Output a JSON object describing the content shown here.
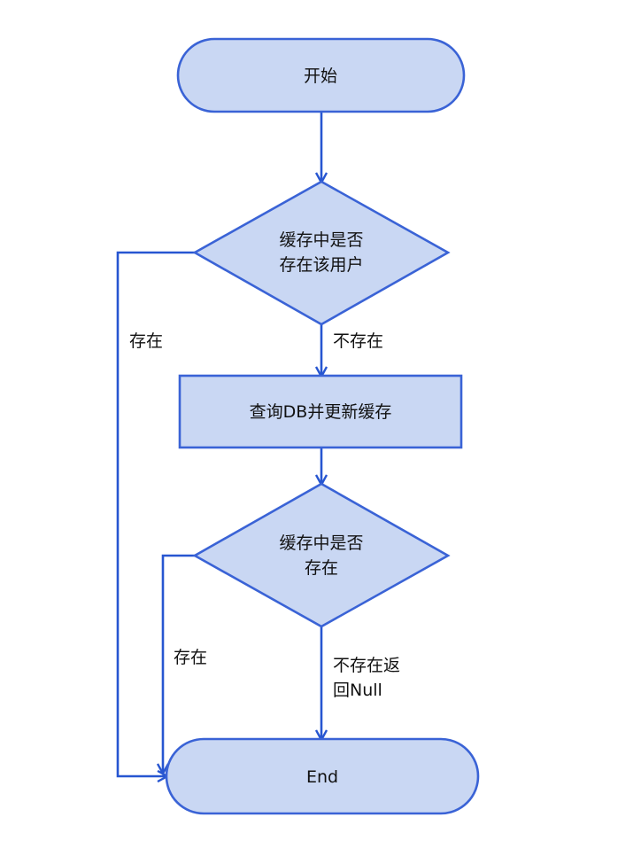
{
  "colors": {
    "node_fill": "#c9d7f3",
    "node_stroke": "#3a63d6",
    "edge": "#2756d1",
    "text": "#111111"
  },
  "nodes": {
    "start": {
      "label": "开始"
    },
    "decision1": {
      "lines": [
        "缓存中是否",
        "存在该用户"
      ]
    },
    "process": {
      "label": "查询DB并更新缓存"
    },
    "decision2": {
      "lines": [
        "缓存中是否",
        "存在"
      ]
    },
    "end": {
      "label": "End"
    }
  },
  "edges": {
    "d1_no": {
      "label": "不存在"
    },
    "d1_yes": {
      "label": "存在"
    },
    "d2_yes": {
      "label": "存在"
    },
    "d2_no": {
      "lines": [
        "不存在返",
        "回Null"
      ]
    }
  }
}
